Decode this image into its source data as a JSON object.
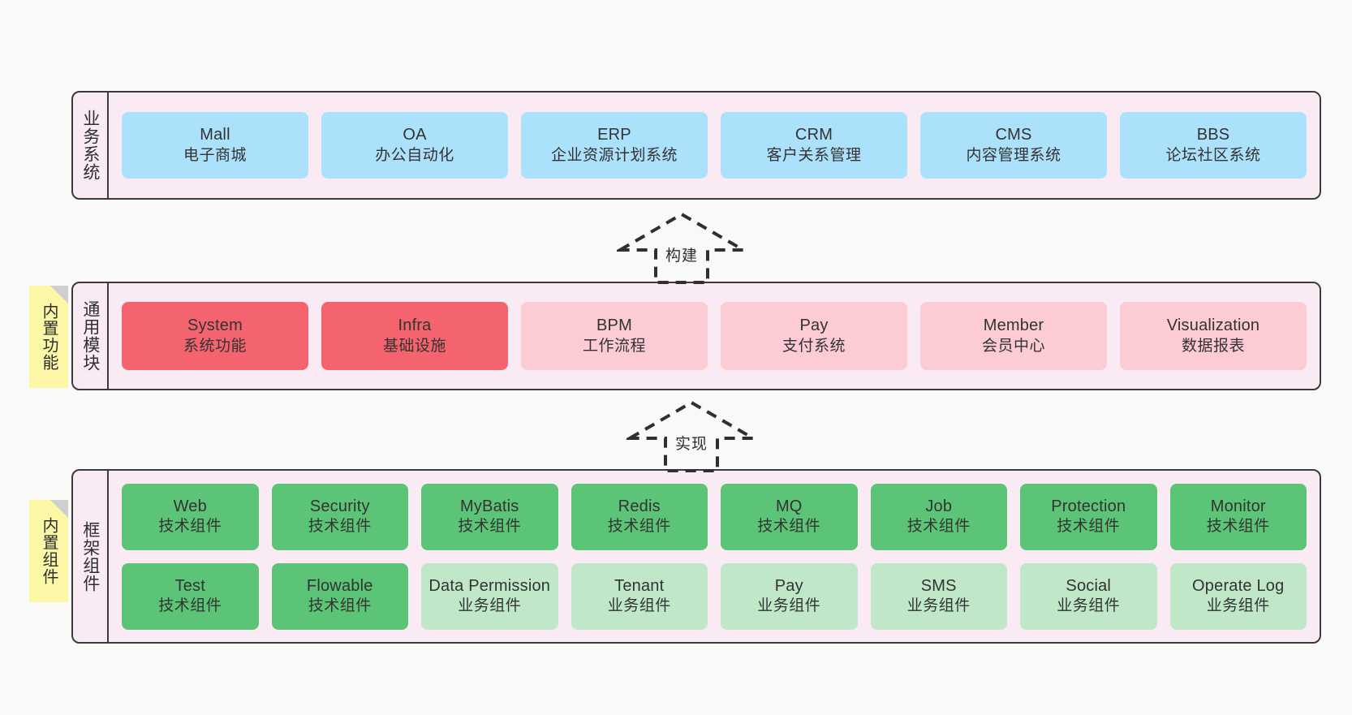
{
  "diagram": {
    "title": "",
    "colors": {
      "canvas_bg": "#f9f9f8",
      "layer_bg": "#f9eaf4",
      "layer_border": "#3b3b3b",
      "business_card": "#ace1fb",
      "module_core": "#f4646f",
      "module_light": "#fccbd3",
      "framework_tech": "#5cc476",
      "framework_biz": "#bfe7c8",
      "sticky_note": "#fbf7a6",
      "sticky_fold": "#cfcfcf",
      "text": "#333333"
    }
  },
  "layers": {
    "business": {
      "caption": "业务系统",
      "cards": [
        {
          "en": "Mall",
          "cn": "电子商城"
        },
        {
          "en": "OA",
          "cn": "办公自动化"
        },
        {
          "en": "ERP",
          "cn": "企业资源计划系统"
        },
        {
          "en": "CRM",
          "cn": "客户关系管理"
        },
        {
          "en": "CMS",
          "cn": "内容管理系统"
        },
        {
          "en": "BBS",
          "cn": "论坛社区系统"
        }
      ]
    },
    "modules": {
      "caption": "通用模块",
      "sticky": "内置功能",
      "cards": [
        {
          "en": "System",
          "cn": "系统功能",
          "style": "core"
        },
        {
          "en": "Infra",
          "cn": "基础设施",
          "style": "core"
        },
        {
          "en": "BPM",
          "cn": "工作流程",
          "style": "light"
        },
        {
          "en": "Pay",
          "cn": "支付系统",
          "style": "light"
        },
        {
          "en": "Member",
          "cn": "会员中心",
          "style": "light"
        },
        {
          "en": "Visualization",
          "cn": "数据报表",
          "style": "light"
        }
      ]
    },
    "framework": {
      "caption": "框架组件",
      "sticky": "内置组件",
      "row1": [
        {
          "en": "Web",
          "cn": "技术组件",
          "style": "tech"
        },
        {
          "en": "Security",
          "cn": "技术组件",
          "style": "tech"
        },
        {
          "en": "MyBatis",
          "cn": "技术组件",
          "style": "tech"
        },
        {
          "en": "Redis",
          "cn": "技术组件",
          "style": "tech"
        },
        {
          "en": "MQ",
          "cn": "技术组件",
          "style": "tech"
        },
        {
          "en": "Job",
          "cn": "技术组件",
          "style": "tech"
        },
        {
          "en": "Protection",
          "cn": "技术组件",
          "style": "tech"
        },
        {
          "en": "Monitor",
          "cn": "技术组件",
          "style": "tech"
        }
      ],
      "row2": [
        {
          "en": "Test",
          "cn": "技术组件",
          "style": "tech"
        },
        {
          "en": "Flowable",
          "cn": "技术组件",
          "style": "tech"
        },
        {
          "en": "Data Permission",
          "cn": "业务组件",
          "style": "biz"
        },
        {
          "en": "Tenant",
          "cn": "业务组件",
          "style": "biz"
        },
        {
          "en": "Pay",
          "cn": "业务组件",
          "style": "biz"
        },
        {
          "en": "SMS",
          "cn": "业务组件",
          "style": "biz"
        },
        {
          "en": "Social",
          "cn": "业务组件",
          "style": "biz"
        },
        {
          "en": "Operate Log",
          "cn": "业务组件",
          "style": "biz"
        }
      ]
    }
  },
  "connectors": [
    {
      "label": "构建",
      "from": "modules",
      "to": "business"
    },
    {
      "label": "实现",
      "from": "framework",
      "to": "modules"
    }
  ]
}
